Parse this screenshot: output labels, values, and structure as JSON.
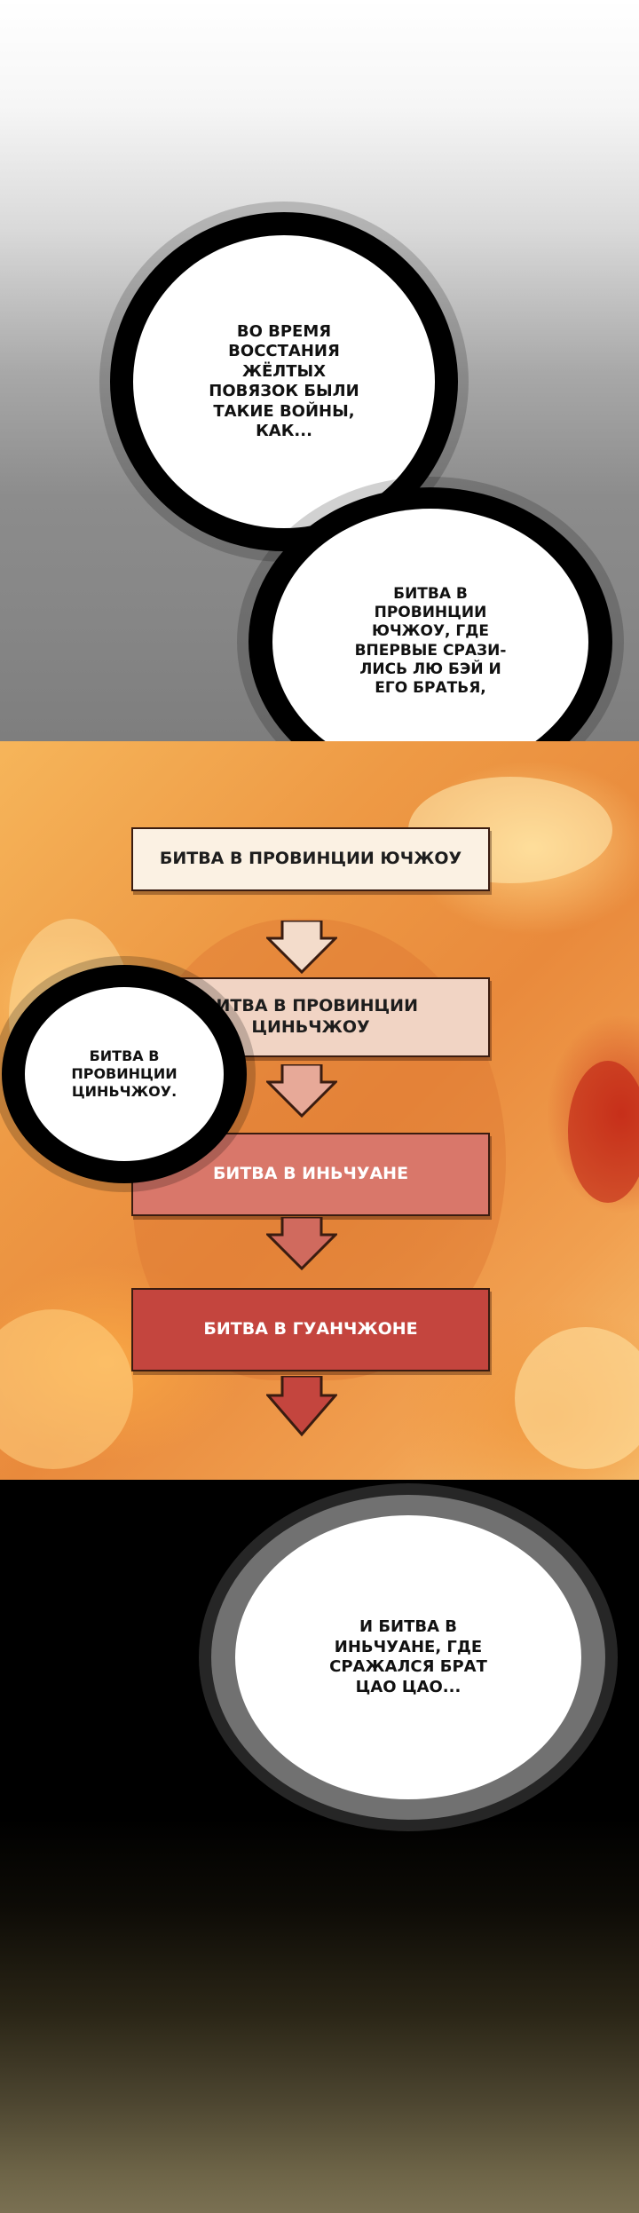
{
  "bubbles": {
    "b1": "ВО ВРЕМЯ ВОССТАНИЯ ЖЁЛТЫХ ПОВЯЗОК БЫЛИ ТАКИЕ ВОЙНЫ, КАК...",
    "b2": "БИТВА В ПРОВИНЦИИ ЮЧЖОУ, ГДЕ ВПЕРВЫЕ СРАЗИ- ЛИСЬ ЛЮ БЭЙ И ЕГО БРАТЬЯ,",
    "b3": "БИТВА В ПРОВИНЦИИ ЦИНЬЧЖОУ.",
    "b4": "И БИТВА В ИНЬЧУАНЕ, ГДЕ СРАЖАЛСЯ БРАТ ЦАО ЦАО..."
  },
  "flowchart": {
    "steps": [
      {
        "label": "БИТВА В ПРОВИНЦИИ ЮЧЖОУ",
        "color": "#fbf1e3"
      },
      {
        "label": "БИТВА В ПРОВИНЦИИ ЦИНЬЧЖОУ",
        "color": "#f1d4c4"
      },
      {
        "label": "БИТВА В ИНЬЧУАНЕ",
        "color": "#d9776a"
      },
      {
        "label": "БИТВА В ГУАНЧЖОНЕ",
        "color": "#c4453e"
      }
    ]
  }
}
